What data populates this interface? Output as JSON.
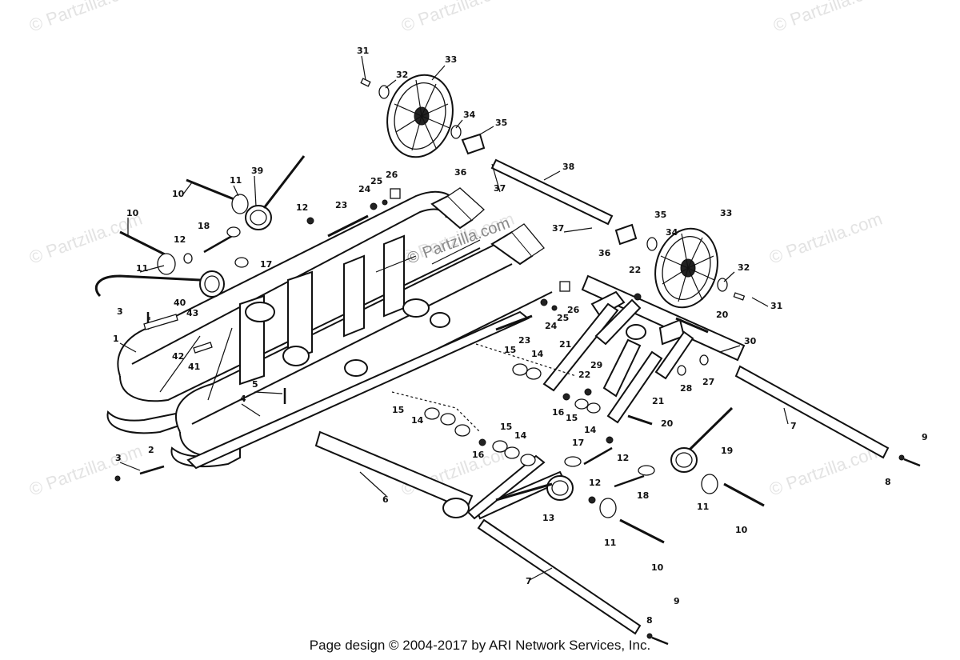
{
  "watermarks": [
    "© Partzilla.com",
    "© Partzilla.com",
    "© Partzilla.com",
    "© Partzilla.com",
    "© Partzilla.com",
    "© Partzilla.com",
    "© Partzilla.com",
    "© Partzilla.com",
    "© Partzilla.com"
  ],
  "center_watermark": "© Partzilla.com",
  "labels": [
    "31",
    "32",
    "33",
    "34",
    "35",
    "36",
    "37",
    "38",
    "10",
    "11",
    "39",
    "24",
    "25",
    "26",
    "12",
    "23",
    "10",
    "18",
    "12",
    "11",
    "17",
    "37",
    "35",
    "33",
    "34",
    "36",
    "32",
    "31",
    "22",
    "26",
    "24",
    "25",
    "3",
    "40",
    "43",
    "1",
    "23",
    "20",
    "30",
    "42",
    "41",
    "15",
    "14",
    "21",
    "29",
    "27",
    "28",
    "5",
    "22",
    "4",
    "16",
    "15",
    "21",
    "20",
    "14",
    "15",
    "14",
    "15",
    "14",
    "7",
    "9",
    "3",
    "2",
    "16",
    "17",
    "12",
    "19",
    "6",
    "12",
    "18",
    "8",
    "13",
    "11",
    "10",
    "11",
    "10",
    "7",
    "9",
    "8"
  ],
  "footer": "Page design © 2004-2017 by ARI Network Services, Inc."
}
